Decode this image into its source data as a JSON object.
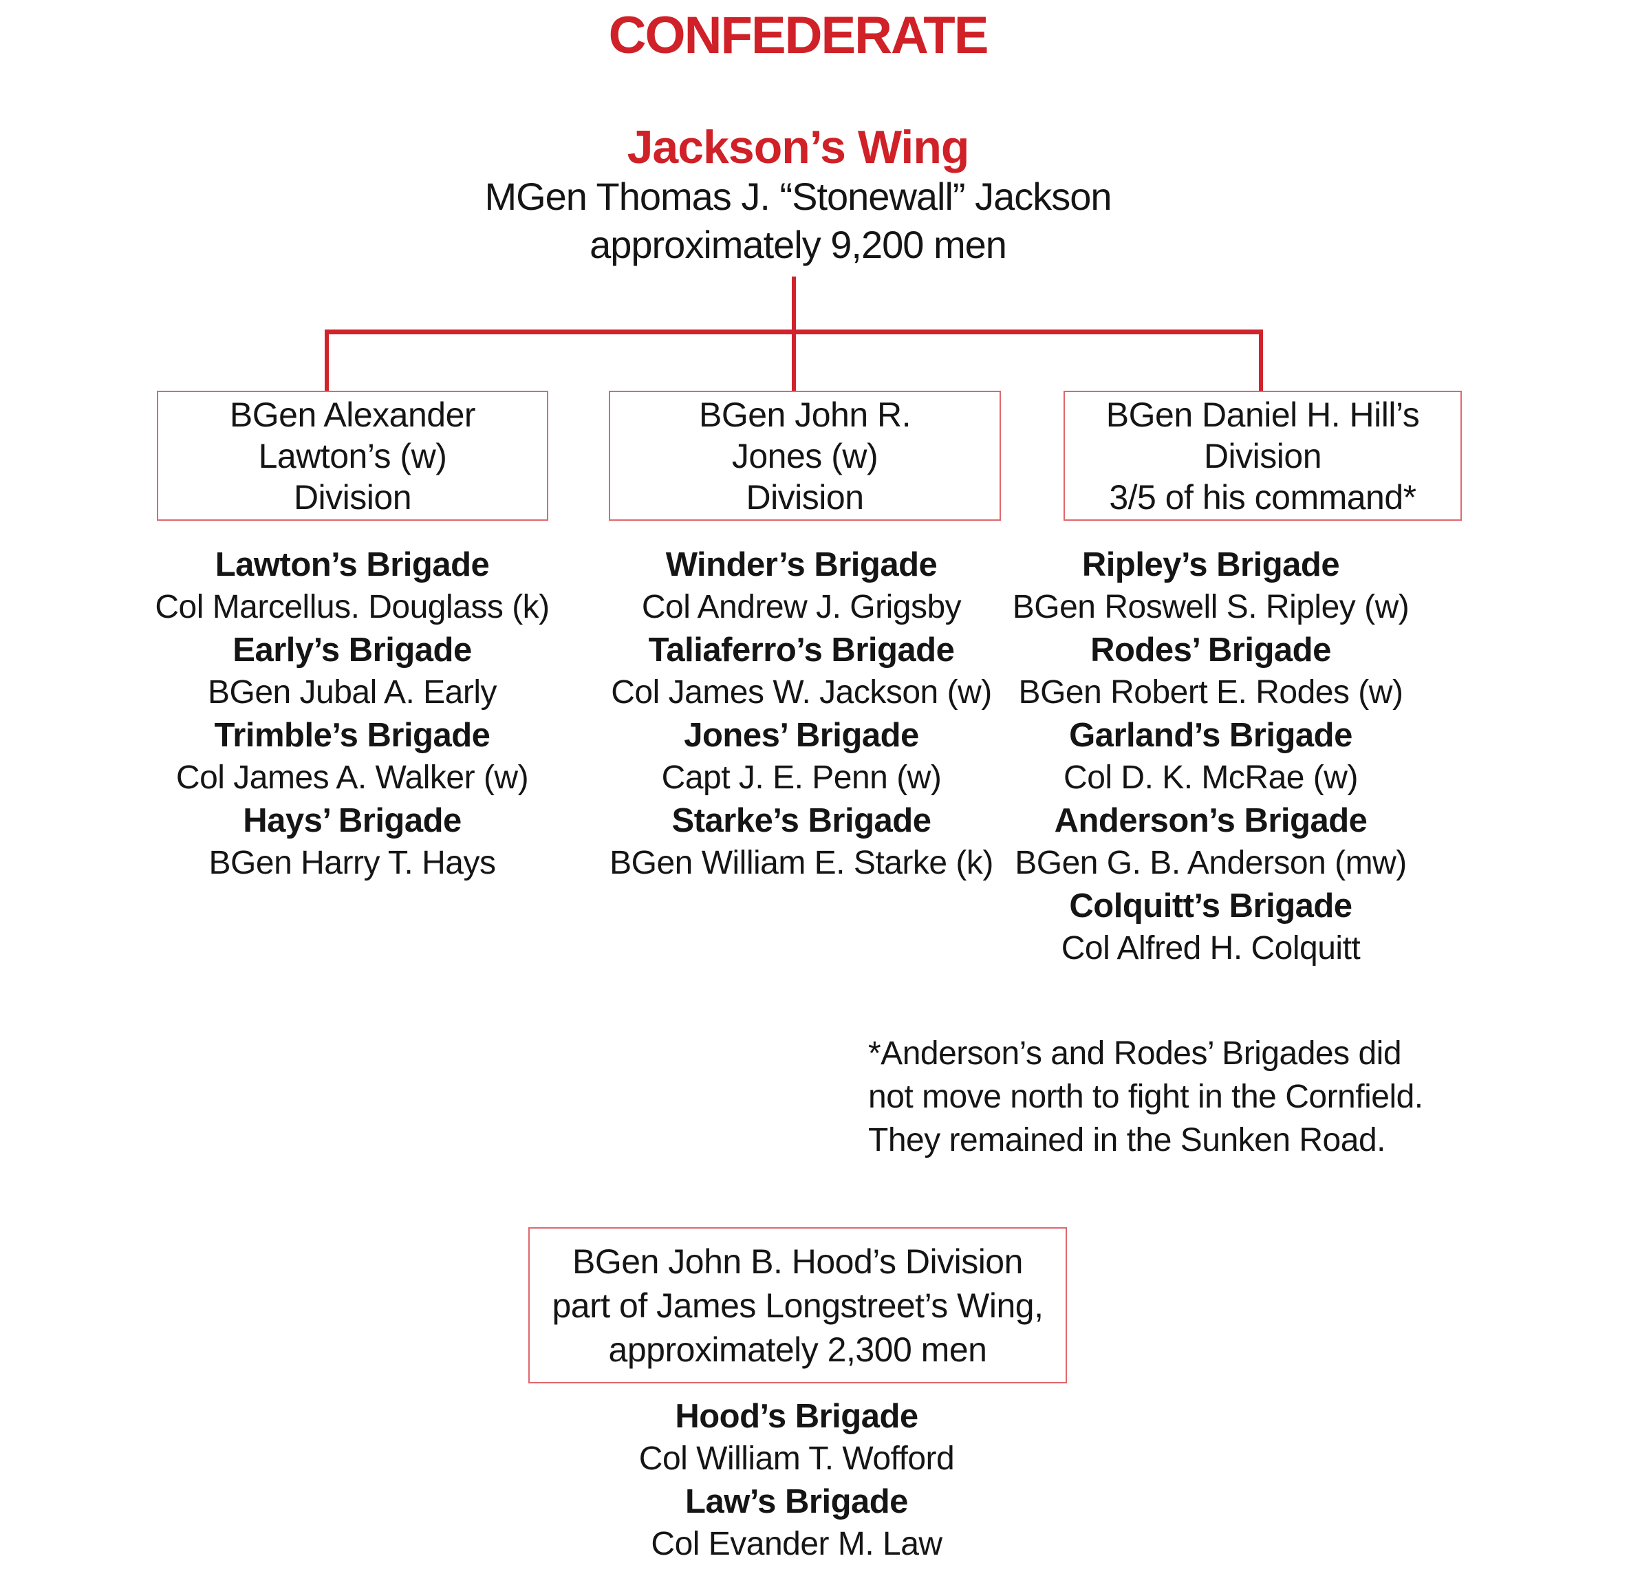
{
  "colors": {
    "title_red": "#cf2127",
    "connector_red": "#d2232c",
    "box_border_red": "#e0676c",
    "text_black": "#151515",
    "background": "#ffffff"
  },
  "header": {
    "army": "CONFEDERATE",
    "wing_title": "Jackson’s Wing",
    "commander": "MGen Thomas J. “Stonewall” Jackson",
    "strength": "approximately 9,200 men"
  },
  "divisions": [
    {
      "box_lines": [
        "BGen Alexander",
        "Lawton’s (w)",
        "Division"
      ],
      "brigades": [
        {
          "name": "Lawton’s Brigade",
          "commander": "Col Marcellus. Douglass (k)"
        },
        {
          "name": "Early’s Brigade",
          "commander": "BGen Jubal A. Early"
        },
        {
          "name": "Trimble’s Brigade",
          "commander": "Col James A. Walker (w)"
        },
        {
          "name": "Hays’ Brigade",
          "commander": "BGen Harry T. Hays"
        }
      ]
    },
    {
      "box_lines": [
        "BGen John R.",
        "Jones (w)",
        "Division"
      ],
      "brigades": [
        {
          "name": "Winder’s Brigade",
          "commander": "Col Andrew J. Grigsby"
        },
        {
          "name": "Taliaferro’s Brigade",
          "commander": "Col James W. Jackson (w)"
        },
        {
          "name": "Jones’ Brigade",
          "commander": "Capt J. E. Penn (w)"
        },
        {
          "name": "Starke’s Brigade",
          "commander": "BGen William E. Starke (k)"
        }
      ]
    },
    {
      "box_lines": [
        "BGen Daniel H. Hill’s",
        "Division",
        "3/5 of his command*"
      ],
      "brigades": [
        {
          "name": "Ripley’s Brigade",
          "commander": "BGen Roswell S. Ripley (w)"
        },
        {
          "name": "Rodes’ Brigade",
          "commander": "BGen Robert E. Rodes (w)"
        },
        {
          "name": "Garland’s Brigade",
          "commander": "Col D. K. McRae (w)"
        },
        {
          "name": "Anderson’s Brigade",
          "commander": "BGen G. B. Anderson (mw)"
        },
        {
          "name": "Colquitt’s Brigade",
          "commander": "Col Alfred H. Colquitt"
        }
      ]
    }
  ],
  "footnote": {
    "lines": [
      "*Anderson’s and Rodes’ Brigades did",
      "not move north to fight in the Cornfield.",
      "They remained in the Sunken Road."
    ]
  },
  "hood": {
    "box_lines": [
      "BGen John B. Hood’s Division",
      "part of James Longstreet’s Wing,",
      "approximately 2,300 men"
    ],
    "brigades": [
      {
        "name": "Hood’s Brigade",
        "commander": "Col William T. Wofford"
      },
      {
        "name": "Law’s Brigade",
        "commander": "Col Evander M. Law"
      }
    ]
  }
}
